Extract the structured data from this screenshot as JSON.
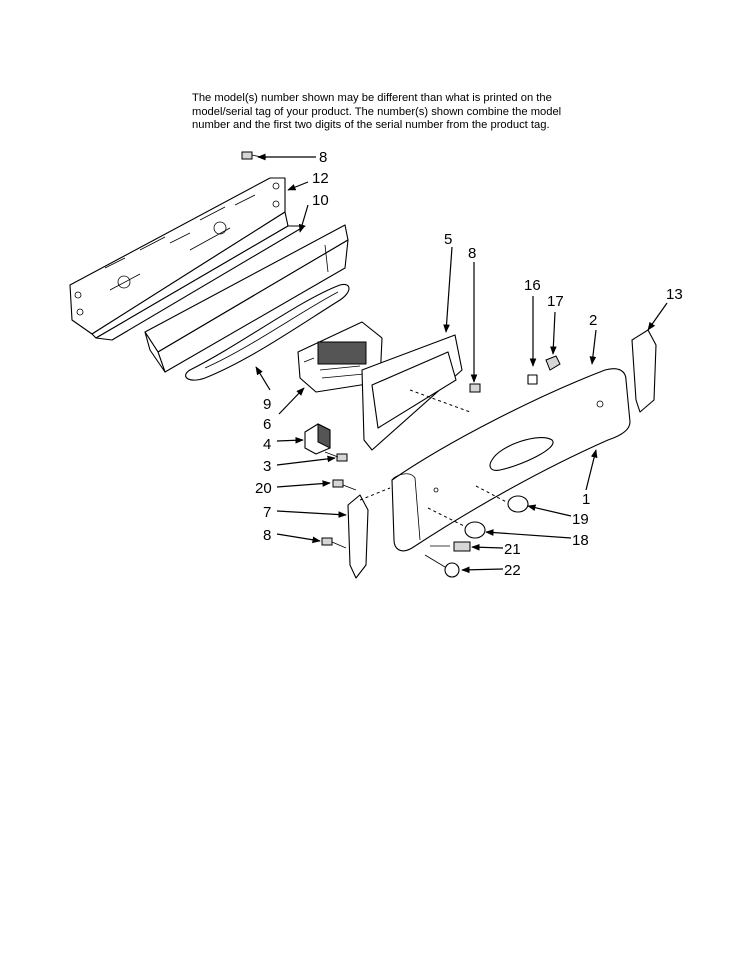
{
  "note": {
    "lines": [
      "The model(s) number shown may be different than what is printed on the",
      "model/serial tag of your product. The number(s) shown combine the model",
      "number and the first two digits of the serial number from the product tag."
    ]
  },
  "callouts": {
    "c8a": "8",
    "c12": "12",
    "c10": "10",
    "c5": "5",
    "c8b": "8",
    "c16": "16",
    "c17": "17",
    "c2": "2",
    "c13": "13",
    "c9": "9",
    "c6": "6",
    "c4": "4",
    "c3": "3",
    "c20": "20",
    "c7": "7",
    "c8c": "8",
    "c1": "1",
    "c19": "19",
    "c18": "18",
    "c21": "21",
    "c22": "22"
  }
}
